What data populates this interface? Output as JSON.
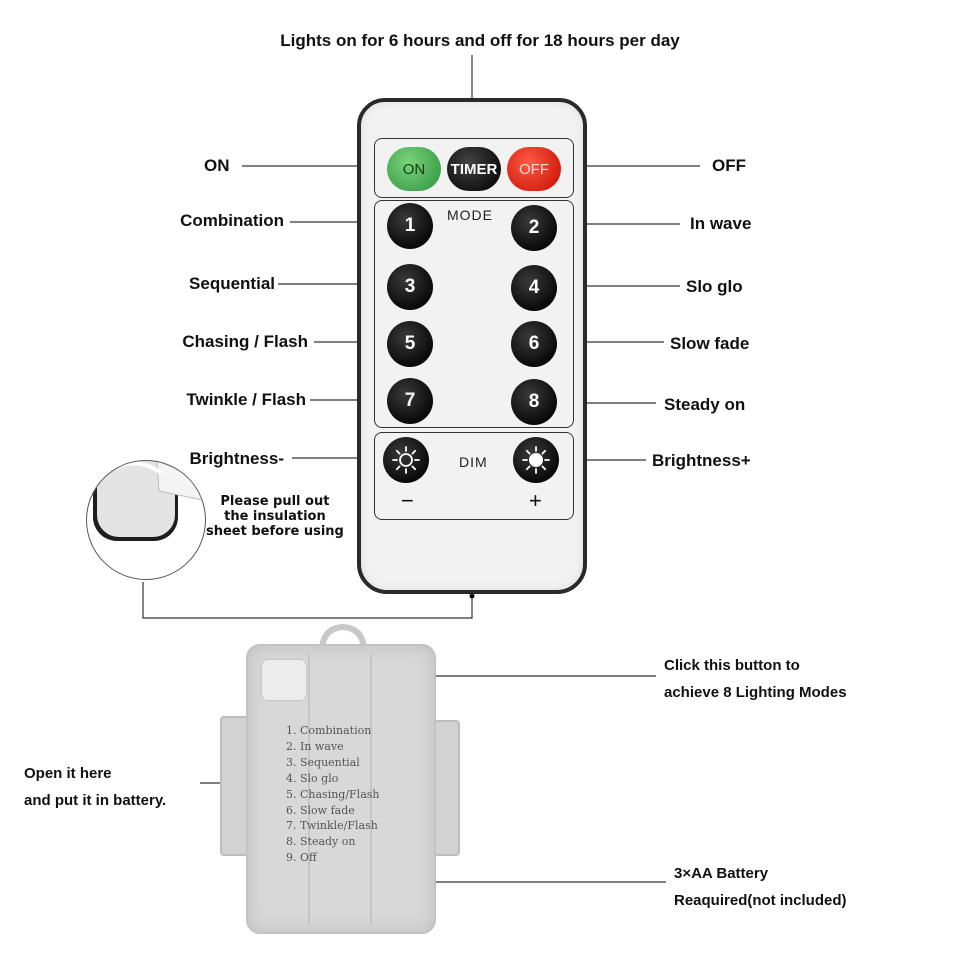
{
  "top_caption": "Lights on for 6 hours and off for 18 hours per day",
  "remote": {
    "buttons": {
      "on": "ON",
      "timer": "TIMER",
      "off": "OFF"
    },
    "mode_label": "MODE",
    "numbers": [
      "1",
      "2",
      "3",
      "4",
      "5",
      "6",
      "7",
      "8"
    ],
    "dim_label": "DIM",
    "minus": "−",
    "plus": "+"
  },
  "labels": {
    "on": "ON",
    "off": "OFF",
    "mode_1": "Combination",
    "mode_2": "In wave",
    "mode_3": "Sequential",
    "mode_4": "Slo glo",
    "mode_5": "Chasing / Flash",
    "mode_6": "Slow fade",
    "mode_7": "Twinkle / Flash",
    "mode_8": "Steady on",
    "brightness_minus": "Brightness-",
    "brightness_plus": "Brightness+"
  },
  "insulation_note": [
    "Please pull out",
    "the insulation",
    "sheet before using"
  ],
  "battery_box": {
    "modes": [
      "1. Combination",
      "2. In wave",
      "3. Sequential",
      "4. Slo glo",
      "5. Chasing/Flash",
      "6. Slow fade",
      "7. Twinkle/Flash",
      "8. Steady on",
      "9. Off"
    ],
    "click_note": [
      "Click this button to",
      "achieve 8 Lighting Modes"
    ],
    "open_note": [
      "Open it here",
      "and put it in battery."
    ],
    "battery_note": [
      "3×AA Battery",
      "Reaquired(not included)"
    ]
  },
  "colors": {
    "on_button": "#3ea24c",
    "off_button": "#d21e10",
    "timer_button": "#111111"
  }
}
